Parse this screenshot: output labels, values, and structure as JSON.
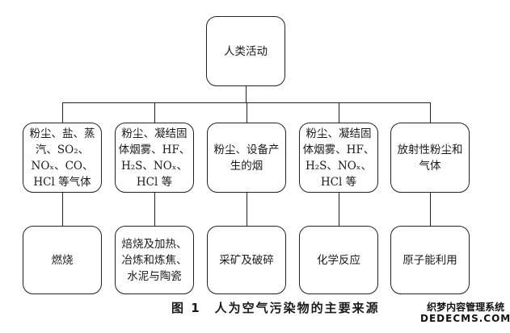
{
  "root": "人类活动",
  "pollutants": [
    "粉尘、盐、蒸汽、SO₂、NOₓ、CO、HCl 等气体",
    "粉尘、凝结固体烟雾、HF、H₂S、NOₓ、HCl 等",
    "粉尘、设备产生的烟",
    "粉尘、凝结固体烟雾、HF、H₂S、NOₓ、HCl 等",
    "放射性粉尘和气体"
  ],
  "sources": [
    "燃烧",
    "焙烧及加热、冶炼和炼焦、水泥与陶瓷",
    "采矿及破碎",
    "化学反应",
    "原子能利用"
  ],
  "caption": "图 1　人为空气污染物的主要来源",
  "watermark": {
    "line1": "织梦内容管理系统",
    "line2": "DEDECMS.COM"
  }
}
